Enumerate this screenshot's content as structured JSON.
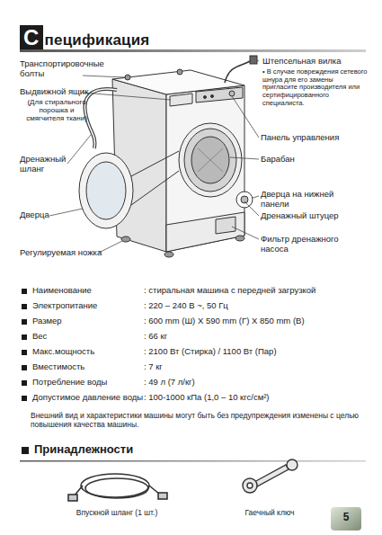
{
  "diagram": {
    "title": "Спецификация",
    "labels": [
      "Транспортировочные болты",
      "Выдвижной ящик",
      "(Для стирального порошка и смягчителя ткани)",
      "Дренажный шланг",
      "Дверца",
      "Регулируемая ножка",
      "Штепсельная вилка",
      "• В случае повреждения сетевого шнура для его замены пригласите производителя или сертифицированного специалиста.",
      "Панель управления",
      "Барабан",
      "Дверца на нижней панели",
      "Дренажный штуцер",
      "Фильтр дренажного насоса",
      "Наименование",
      ": стиральная машина с передней загрузкой",
      "Электропитание",
      ": 220 – 240 В ~, 50 Гц",
      "Размер",
      ": 600 mm (Ш) X 590 mm (Г) X 850 mm (В)",
      "Вес",
      ": 66 кг",
      "Макс.мощность",
      ": 2100 Вт (Стирка) / 1100 Вт (Пар)",
      "Вместимость",
      ": 7 кг",
      "Потребление воды",
      ": 49 л (7 л/кг)",
      "Допустимое давление воды",
      ": 100-1000 кПа (1,0 – 10 кгс/см²)",
      "Внешний вид и характеристики машины могут быть без предупреждения изменены с целью повышения качества машины.",
      "Принадлежности",
      "Впускной шланг (1 шт.)",
      "Гаечный ключ",
      "5"
    ]
  }
}
